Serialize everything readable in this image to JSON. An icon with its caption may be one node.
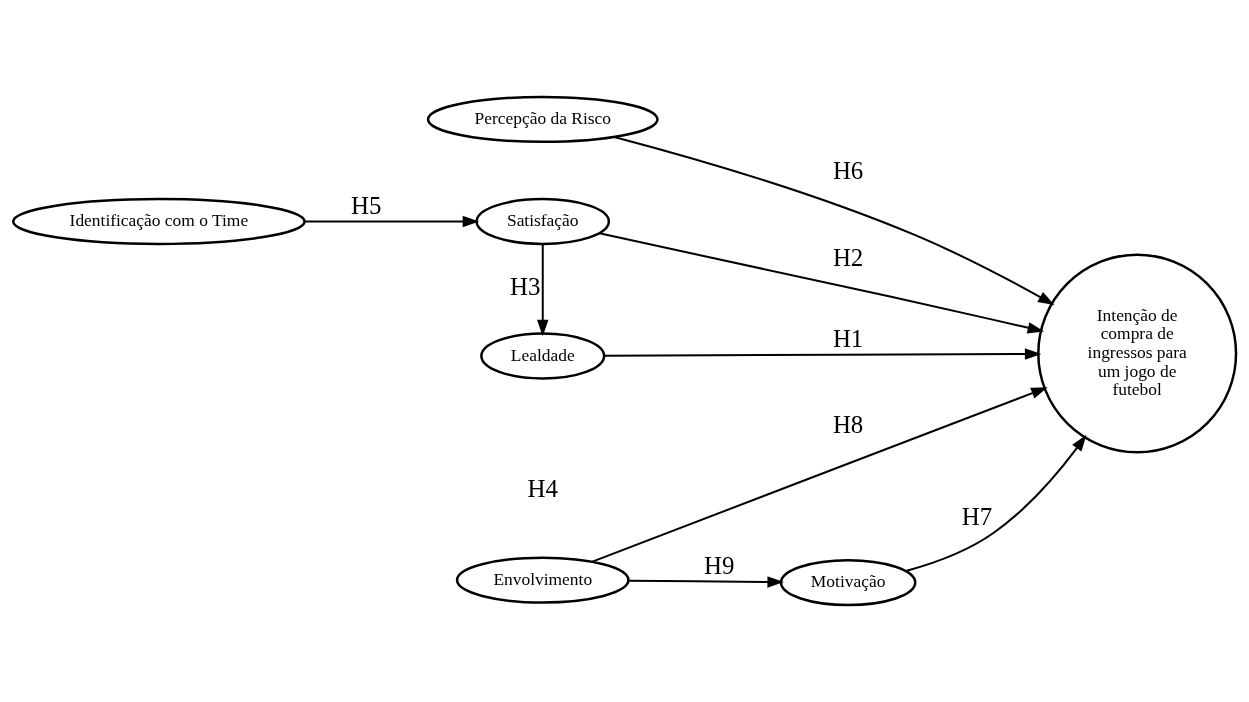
{
  "diagram": {
    "nodes": [
      {
        "text": [
          "Percepção da Risco"
        ]
      },
      {
        "text": [
          "Identificação com o Time"
        ]
      },
      {
        "text": [
          "Satisfação"
        ]
      },
      {
        "text": [
          "Lealdade"
        ]
      },
      {
        "text": [
          "Intenção de compra de ingressos para um jogo de futebol"
        ]
      },
      {
        "text": [
          "Envolvimento"
        ]
      },
      {
        "text": [
          "Motivação"
        ]
      }
    ],
    "edges": [
      {
        "from": 1,
        "to": 2,
        "arrow": "to",
        "label": "H5"
      },
      {
        "from": 2,
        "to": 4,
        "arrow": "to",
        "label": "H2"
      },
      {
        "from": 0,
        "to": 4,
        "arrow": "to",
        "label": "H6"
      },
      {
        "from": 2,
        "to": 3,
        "arrow": "to",
        "label": "H3"
      },
      {
        "from": 3,
        "to": 4,
        "arrow": "to",
        "label": "H1"
      },
      {
        "from": 5,
        "to": 4,
        "arrow": "to",
        "label": "H8"
      },
      {
        "from": 5,
        "to": 6,
        "arrow": "to",
        "label": "H9"
      },
      {
        "from": 6,
        "to": 4,
        "arrow": "to",
        "label": "H7"
      }
    ],
    "labels": [
      "H4"
    ]
  }
}
